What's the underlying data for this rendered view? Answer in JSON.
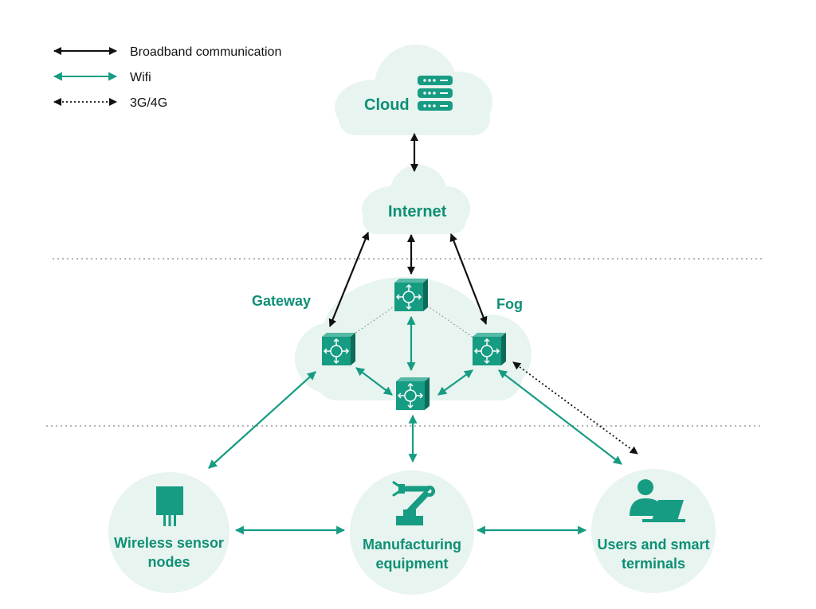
{
  "legend": {
    "broadband": "Broadband communication",
    "wifi": "Wifi",
    "mobile": "3G/4G"
  },
  "clouds": {
    "cloud": "Cloud",
    "internet": "Internet"
  },
  "layer_labels": {
    "gateway": "Gateway",
    "fog": "Fog"
  },
  "nodes": {
    "sensor": {
      "line1": "Wireless sensor",
      "line2": "nodes"
    },
    "manufacturing": {
      "line1": "Manufacturing",
      "line2": "equipment"
    },
    "users": {
      "line1": "Users and smart",
      "line2": "terminals"
    }
  },
  "colors": {
    "teal": "#169c83",
    "teal_dark": "#0d6b5a",
    "cloud_fill": "#e7f4ef",
    "broadband": "#111111"
  }
}
